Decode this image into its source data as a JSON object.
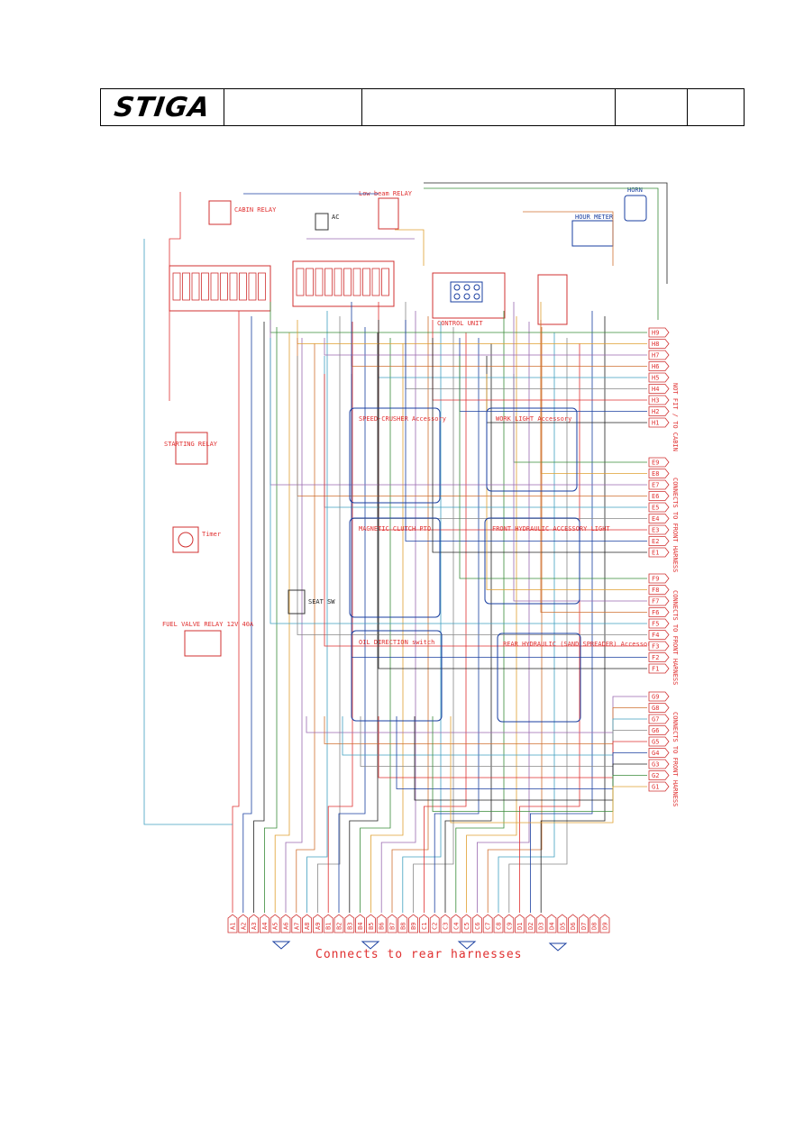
{
  "header": {
    "logo_text": "STIGA",
    "cells": [
      "",
      "",
      "",
      ""
    ]
  },
  "diagram": {
    "top_labels": {
      "ac": "AC",
      "low_beam_relay": "Low beam RELAY",
      "cabin_relay": "CABIN RELAY",
      "hour_meter": "HOUR METER",
      "control_unit": "CONTROL UNIT",
      "horn": "HORN"
    },
    "connector_h": [
      "H9",
      "H8",
      "H7",
      "H6",
      "H5",
      "H4",
      "H3",
      "H2",
      "H1"
    ],
    "connector_e": [
      "E9",
      "E8",
      "E7",
      "E6",
      "E5",
      "E4",
      "E3",
      "E2",
      "E1"
    ],
    "connector_f": [
      "F9",
      "F8",
      "F7",
      "F6",
      "F5",
      "F4",
      "F3",
      "F2",
      "F1"
    ],
    "connector_g": [
      "G9",
      "G8",
      "G7",
      "G6",
      "G5",
      "G4",
      "G3",
      "G2",
      "G1"
    ],
    "right_notes": {
      "h": "NOT FIT / TO CABIN",
      "e": "CONNECTS TO FRONT HARNESS",
      "f": "CONNECTS TO FRONT HARNESS",
      "g": "CONNECTS TO FRONT HARNESS"
    },
    "bottom_connectors": [
      "A1",
      "A2",
      "A3",
      "A4",
      "A5",
      "A6",
      "A7",
      "A8",
      "A9",
      "B1",
      "B2",
      "B3",
      "B4",
      "B5",
      "B6",
      "B7",
      "B8",
      "B9",
      "C1",
      "C2",
      "C3",
      "C4",
      "C5",
      "C6",
      "C7",
      "C8",
      "C9",
      "D1",
      "D2",
      "D3",
      "D4",
      "D5",
      "D6",
      "D7",
      "D8",
      "D9"
    ],
    "modules": {
      "speed_crusher": "SPEED-CRUSHER Accessory",
      "work_light": "WORK LIGHT Accessory",
      "magnetic_clutch": "MAGNETIC CLUTCH PTO",
      "front_hydraulic": "FRONT HYDRAULIC ACCESSORY LIGHT",
      "oil_direction": "OIL DIRECTION switch",
      "rear_hydraulic": "REAR HYDRAULIC (SAND SPREADER) Accessory",
      "starting_relay": "STARTING RELAY",
      "fuel_valve": "FUEL VALVE RELAY 12V 40A",
      "timer": "Timer",
      "seat_sw": "SEAT SW"
    },
    "footer": "Connects to rear harnesses"
  }
}
